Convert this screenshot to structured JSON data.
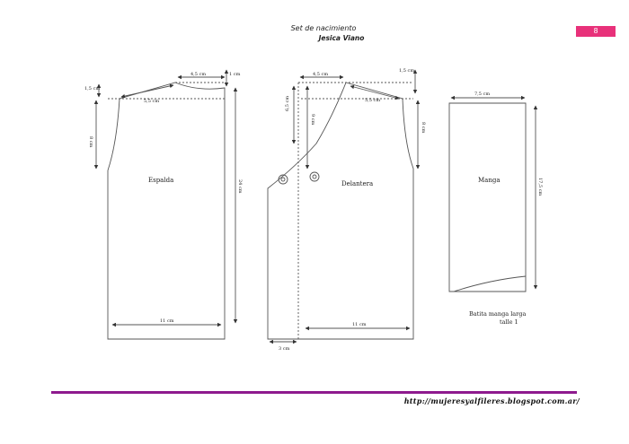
{
  "header": {
    "title": "Set de nacimiento",
    "author": "Jesica Viano",
    "page_number": "8"
  },
  "pattern": {
    "back": {
      "name": "Espalda",
      "neck_width": "4,5 cm",
      "neck_drop": "1 cm",
      "shoulder": "5,5 cm",
      "shoulder_drop": "1,5 cm",
      "armhole": "8 cm",
      "length": "24 cm",
      "width": "11 cm"
    },
    "front": {
      "name": "Delantera",
      "neck_width": "4,5 cm",
      "neck_drop": "1,5 cm",
      "shoulder": "5,5 cm",
      "front_drop_1": "6,5 cm",
      "front_drop_2": "9 cm",
      "armhole": "8 cm",
      "width": "11 cm",
      "overlap": "3 cm"
    },
    "sleeve": {
      "name": "Manga",
      "width": "7,5 cm",
      "length": "17,5 cm"
    },
    "caption_line1": "Batita manga larga",
    "caption_line2": "talle 1"
  },
  "footer": {
    "url": "http://mujeresyalfileres.blogspot.com.ar/",
    "line_color": "#8e1a8e",
    "badge_color": "#e8317a"
  }
}
